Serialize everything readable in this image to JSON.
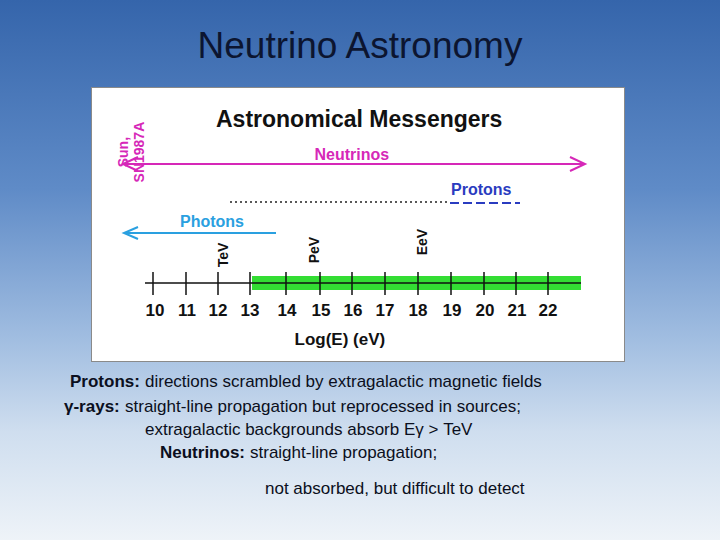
{
  "diagram": {
    "title": "Neutrino Astronomy",
    "nodes": [
      {
        "text": [
          "Astronomical Messengers"
        ]
      }
    ],
    "labels": [
      "Sun, SN1987A",
      "Neutrinos",
      "Protons",
      "Photons",
      "TeV",
      "PeV",
      "EeV",
      "10",
      "11",
      "12",
      "13",
      "14",
      "15",
      "16",
      "17",
      "18",
      "19",
      "20",
      "21",
      "22",
      "Log(E) (eV)",
      "Protons:",
      "directions scrambled by extragalactic magnetic fields",
      "γ-rays:",
      "straight-line propagation but reprocessed in sources;",
      "extragalactic backgrounds absorb Eγ > TeV",
      "Neutrinos:",
      "straight-line propagation;",
      "not absorbed, but difficult to detect"
    ]
  }
}
